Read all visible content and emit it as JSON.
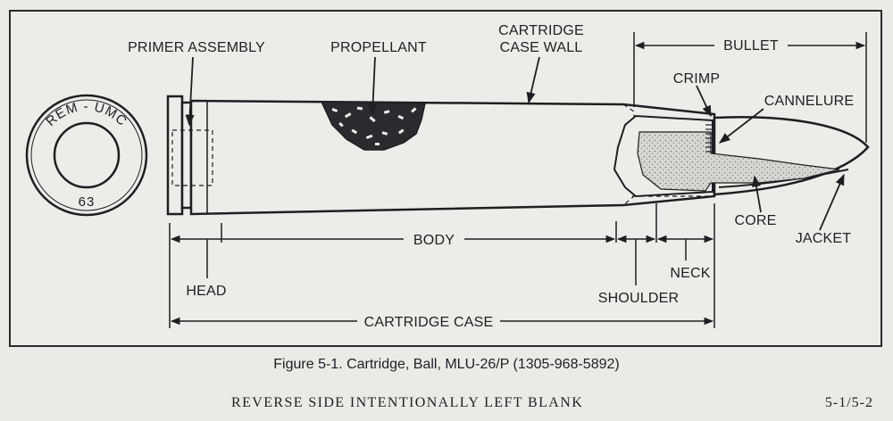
{
  "diagram": {
    "labels": {
      "primer_assembly": "PRIMER ASSEMBLY",
      "propellant": "PROPELLANT",
      "case_wall_line1": "CARTRIDGE",
      "case_wall_line2": "CASE WALL",
      "bullet": "BULLET",
      "crimp": "CRIMP",
      "cannelure": "CANNELURE",
      "core": "CORE",
      "jacket": "JACKET",
      "body": "BODY",
      "head": "HEAD",
      "neck": "NECK",
      "shoulder": "SHOULDER",
      "cartridge_case": "CARTRIDGE CASE"
    },
    "headstamp": {
      "maker": "REM - UMC",
      "number": "63"
    }
  },
  "caption": "Figure 5-1.  Cartridge, Ball, MLU-26/P (1305-968-5892)",
  "footer": {
    "left": "REVERSE SIDE INTENTIONALLY LEFT BLANK",
    "right": "5-1/5-2"
  },
  "colors": {
    "ink": "#1e1f22",
    "paper": "#ecede8",
    "stipple": "#b9bbb6"
  }
}
